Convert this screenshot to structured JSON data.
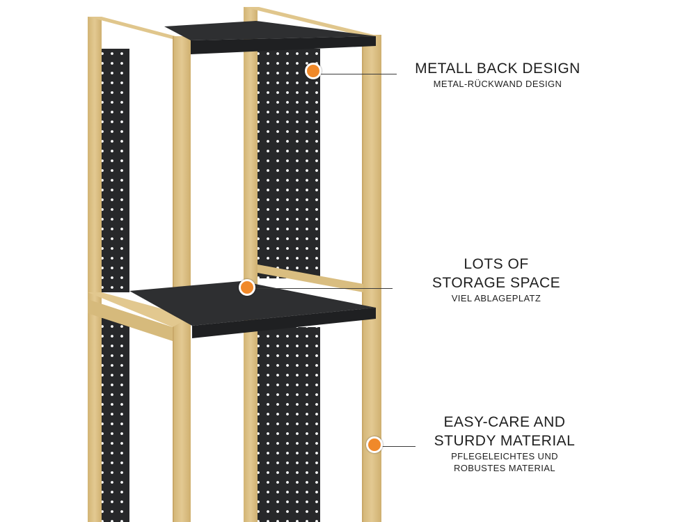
{
  "colors": {
    "wood": "#dcc186",
    "wood_dark": "#c9a869",
    "metal": "#27282a",
    "metal_edge": "#3b3d40",
    "shelf_top": "#2e2f31",
    "callout_dot": "#f0892a",
    "line": "#3a3a3a"
  },
  "callouts": [
    {
      "icon": "orange-dot-icon",
      "title_lines": [
        "METALL BACK DESIGN"
      ],
      "subtitle_lines": [
        "METAL-RÜCKWAND DESIGN"
      ]
    },
    {
      "icon": "orange-dot-icon",
      "title_lines": [
        "LOTS OF",
        "STORAGE SPACE"
      ],
      "subtitle_lines": [
        "VIEL ABLAGEPLATZ"
      ]
    },
    {
      "icon": "orange-dot-icon",
      "title_lines": [
        "EASY-CARE AND",
        "STURDY MATERIAL"
      ],
      "subtitle_lines": [
        "PFLEGELEICHTES UND",
        "ROBUSTES MATERIAL"
      ]
    }
  ]
}
